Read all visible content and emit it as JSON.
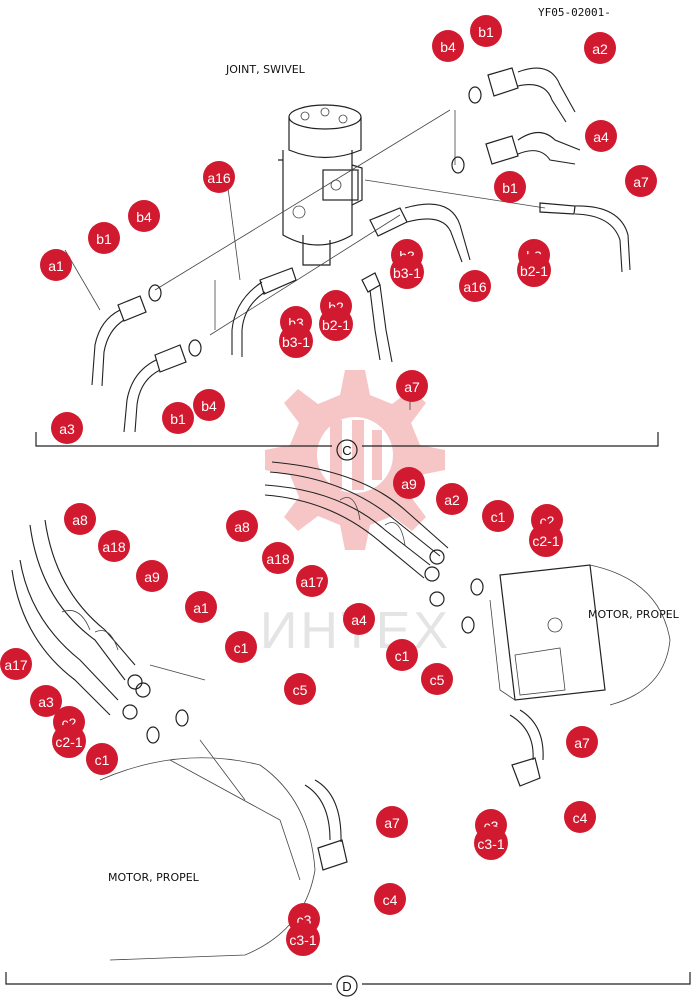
{
  "drawing_code": "YF05-02001-",
  "labels": {
    "joint_swivel": "JOINT, SWIVEL",
    "motor_propel_right": "MOTOR, PROPEL",
    "motor_propel_left": "MOTOR, PROPEL"
  },
  "views": {
    "c": "C",
    "d": "D"
  },
  "watermark": {
    "text": "ИНТЕХ",
    "color": "#f3b3b3"
  },
  "colors": {
    "callout": "#d11a2f",
    "line": "#222222"
  },
  "callouts": [
    {
      "id": "a1",
      "label": "a1"
    },
    {
      "id": "a2",
      "label": "a2"
    },
    {
      "id": "a3",
      "label": "a3"
    },
    {
      "id": "a4",
      "label": "a4"
    },
    {
      "id": "a7",
      "label": "a7"
    },
    {
      "id": "a8",
      "label": "a8"
    },
    {
      "id": "a9",
      "label": "a9"
    },
    {
      "id": "a16",
      "label": "a16"
    },
    {
      "id": "a17",
      "label": "a17"
    },
    {
      "id": "a18",
      "label": "a18"
    },
    {
      "id": "b1",
      "label": "b1"
    },
    {
      "id": "b2",
      "label": "b2"
    },
    {
      "id": "b2-1",
      "label": "b2-1"
    },
    {
      "id": "b3",
      "label": "b3"
    },
    {
      "id": "b3-1",
      "label": "b3-1"
    },
    {
      "id": "b4",
      "label": "b4"
    },
    {
      "id": "c1",
      "label": "c1"
    },
    {
      "id": "c2",
      "label": "c2"
    },
    {
      "id": "c2-1",
      "label": "c2-1"
    },
    {
      "id": "c3",
      "label": "c3"
    },
    {
      "id": "c3-1",
      "label": "c3-1"
    },
    {
      "id": "c4",
      "label": "c4"
    },
    {
      "id": "c5",
      "label": "c5"
    }
  ]
}
